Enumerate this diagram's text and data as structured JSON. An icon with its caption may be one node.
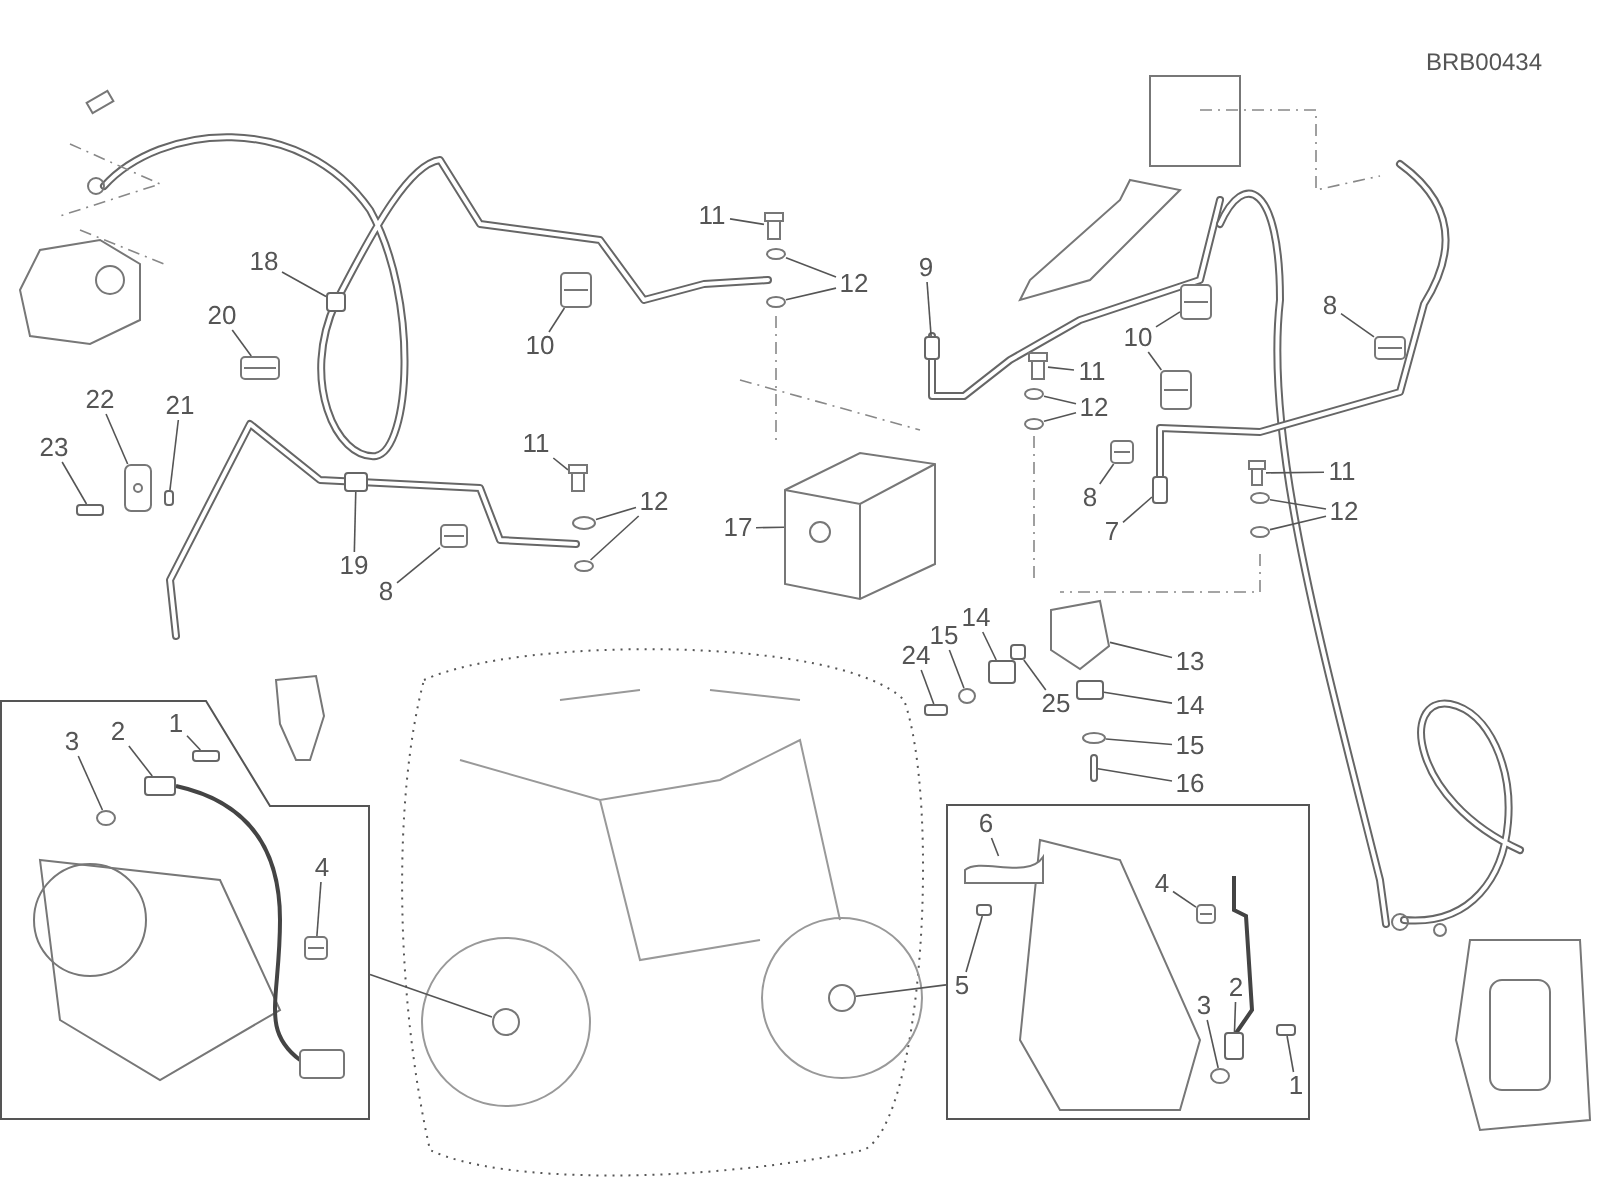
{
  "diagram": {
    "nodes": [
      {
        "text": [
          "11"
        ]
      },
      {
        "text": [
          "12"
        ]
      },
      {
        "text": [
          "10"
        ]
      },
      {
        "text": [
          "18"
        ]
      },
      {
        "text": [
          "20"
        ]
      },
      {
        "text": [
          "22"
        ]
      },
      {
        "text": [
          "21"
        ]
      },
      {
        "text": [
          "23"
        ]
      },
      {
        "text": [
          "9"
        ]
      },
      {
        "text": [
          "11"
        ]
      },
      {
        "text": [
          "12"
        ]
      },
      {
        "text": [
          "10"
        ]
      },
      {
        "text": [
          "8"
        ]
      },
      {
        "text": [
          "11"
        ]
      },
      {
        "text": [
          "12"
        ]
      },
      {
        "text": [
          "7"
        ]
      },
      {
        "text": [
          "8"
        ]
      },
      {
        "text": [
          "11"
        ]
      },
      {
        "text": [
          "12"
        ]
      },
      {
        "text": [
          "19"
        ]
      },
      {
        "text": [
          "8"
        ]
      },
      {
        "text": [
          "17"
        ]
      },
      {
        "text": [
          "14"
        ]
      },
      {
        "text": [
          "15"
        ]
      },
      {
        "text": [
          "24"
        ]
      },
      {
        "text": [
          "25"
        ]
      },
      {
        "text": [
          "13"
        ]
      },
      {
        "text": [
          "14"
        ]
      },
      {
        "text": [
          "15"
        ]
      },
      {
        "text": [
          "16"
        ]
      },
      {
        "text": [],
        "shape": "box"
      },
      {
        "text": [
          "3"
        ],
        "in": 30
      },
      {
        "text": [
          "2"
        ],
        "in": 30
      },
      {
        "text": [
          "1"
        ],
        "in": 30
      },
      {
        "text": [
          "4"
        ],
        "in": 30
      },
      {
        "text": [],
        "shape": "box"
      },
      {
        "text": [
          "6"
        ],
        "in": 35
      },
      {
        "text": [
          "5"
        ],
        "in": 35
      },
      {
        "text": [
          "4"
        ],
        "in": 35
      },
      {
        "text": [
          "3"
        ],
        "in": 35
      },
      {
        "text": [
          "2"
        ],
        "in": 35
      },
      {
        "text": [
          "1"
        ],
        "in": 35
      },
      {
        "text": [],
        "shape": "picture"
      },
      {
        "text": [],
        "shape": "circle"
      },
      {
        "text": [],
        "shape": "circle"
      },
      {
        "text": [],
        "shape": "picture"
      },
      {
        "text": [],
        "shape": "box"
      },
      {
        "text": [],
        "shape": "picture"
      },
      {
        "text": [],
        "shape": "picture"
      },
      {
        "text": [],
        "shape": "box"
      },
      {
        "text": [],
        "shape": "box"
      },
      {
        "text": [],
        "shape": "box"
      },
      {
        "text": [],
        "shape": "picture"
      },
      {
        "text": [],
        "shape": "circle"
      },
      {
        "text": [],
        "shape": "circle"
      },
      {
        "text": [],
        "shape": "picture"
      },
      {
        "text": [],
        "shape": "picture"
      },
      {
        "text": [],
        "shape": "picture"
      },
      {
        "text": [],
        "shape": "picture"
      },
      {
        "text": [],
        "shape": "circle"
      },
      {
        "text": [],
        "shape": "circle"
      },
      {
        "text": [],
        "shape": "box"
      },
      {
        "text": [],
        "shape": "picture"
      },
      {
        "text": [],
        "shape": "picture"
      },
      {
        "text": [],
        "shape": "circle"
      },
      {
        "text": [],
        "shape": "circle"
      },
      {
        "text": [],
        "shape": "box"
      },
      {
        "text": [],
        "shape": "picture"
      },
      {
        "text": [],
        "shape": "picture"
      },
      {
        "text": [],
        "shape": "box"
      },
      {
        "text": [],
        "shape": "circle"
      },
      {
        "text": [],
        "shape": "box"
      },
      {
        "text": [],
        "shape": "box"
      },
      {
        "text": [],
        "shape": "picture"
      },
      {
        "text": [],
        "shape": "box"
      },
      {
        "text": [],
        "shape": "circle"
      },
      {
        "text": [],
        "shape": "box"
      },
      {
        "text": [],
        "shape": "circle"
      },
      {
        "text": [],
        "shape": "circle",
        "in": 30
      },
      {
        "text": [],
        "shape": "box",
        "in": 30
      },
      {
        "text": [],
        "shape": "box",
        "in": 30
      },
      {
        "text": [],
        "shape": "picture",
        "in": 30
      },
      {
        "text": [],
        "shape": "circle"
      },
      {
        "text": [],
        "shape": "picture",
        "in": 35
      },
      {
        "text": [],
        "shape": "box",
        "in": 35
      },
      {
        "text": [],
        "shape": "picture",
        "in": 35
      },
      {
        "text": [],
        "shape": "circle",
        "in": 35
      },
      {
        "text": [],
        "shape": "box",
        "in": 35
      },
      {
        "text": [],
        "shape": "box",
        "in": 35
      }
    ],
    "edges": [
      {
        "from": 0,
        "to": 42,
        "arrow": "none"
      },
      {
        "from": 1,
        "to": 43,
        "arrow": "none"
      },
      {
        "from": 1,
        "to": 44,
        "arrow": "none"
      },
      {
        "from": 2,
        "to": 45,
        "arrow": "none"
      },
      {
        "from": 3,
        "to": 46,
        "arrow": "none"
      },
      {
        "from": 4,
        "to": 47,
        "arrow": "none"
      },
      {
        "from": 5,
        "to": 48,
        "arrow": "none"
      },
      {
        "from": 6,
        "to": 49,
        "arrow": "none"
      },
      {
        "from": 7,
        "to": 50,
        "arrow": "none"
      },
      {
        "from": 8,
        "to": 51,
        "arrow": "none"
      },
      {
        "from": 9,
        "to": 52,
        "arrow": "none"
      },
      {
        "from": 10,
        "to": 53,
        "arrow": "none"
      },
      {
        "from": 10,
        "to": 54,
        "arrow": "none"
      },
      {
        "from": 11,
        "to": 55,
        "arrow": "none"
      },
      {
        "from": 11,
        "to": 56,
        "arrow": "none"
      },
      {
        "from": 12,
        "to": 57,
        "arrow": "none"
      },
      {
        "from": 13,
        "to": 58,
        "arrow": "none"
      },
      {
        "from": 14,
        "to": 59,
        "arrow": "none"
      },
      {
        "from": 14,
        "to": 60,
        "arrow": "none"
      },
      {
        "from": 15,
        "to": 61,
        "arrow": "none"
      },
      {
        "from": 16,
        "to": 62,
        "arrow": "none"
      },
      {
        "from": 17,
        "to": 63,
        "arrow": "none"
      },
      {
        "from": 18,
        "to": 64,
        "arrow": "none"
      },
      {
        "from": 18,
        "to": 65,
        "arrow": "none"
      },
      {
        "from": 19,
        "to": 66,
        "arrow": "none"
      },
      {
        "from": 20,
        "to": 67,
        "arrow": "none"
      },
      {
        "from": 21,
        "to": 68,
        "arrow": "none"
      },
      {
        "from": 22,
        "to": 69,
        "arrow": "none"
      },
      {
        "from": 23,
        "to": 70,
        "arrow": "none"
      },
      {
        "from": 24,
        "to": 71,
        "arrow": "none"
      },
      {
        "from": 25,
        "to": 72,
        "arrow": "none"
      },
      {
        "from": 26,
        "to": 73,
        "arrow": "none"
      },
      {
        "from": 27,
        "to": 74,
        "arrow": "none"
      },
      {
        "from": 28,
        "to": 75,
        "arrow": "none"
      },
      {
        "from": 29,
        "to": 76,
        "arrow": "none"
      },
      {
        "from": 30,
        "to": 77,
        "arrow": "none"
      },
      {
        "from": 31,
        "to": 78,
        "arrow": "none"
      },
      {
        "from": 32,
        "to": 79,
        "arrow": "none"
      },
      {
        "from": 33,
        "to": 80,
        "arrow": "none"
      },
      {
        "from": 34,
        "to": 81,
        "arrow": "none"
      },
      {
        "from": 35,
        "to": 82,
        "arrow": "none"
      },
      {
        "from": 36,
        "to": 83,
        "arrow": "none"
      },
      {
        "from": 37,
        "to": 84,
        "arrow": "none"
      },
      {
        "from": 38,
        "to": 85,
        "arrow": "none"
      },
      {
        "from": 39,
        "to": 86,
        "arrow": "none"
      },
      {
        "from": 40,
        "to": 87,
        "arrow": "none"
      },
      {
        "from": 41,
        "to": 88,
        "arrow": "none"
      }
    ],
    "labels": [
      "BRB00434"
    ]
  }
}
